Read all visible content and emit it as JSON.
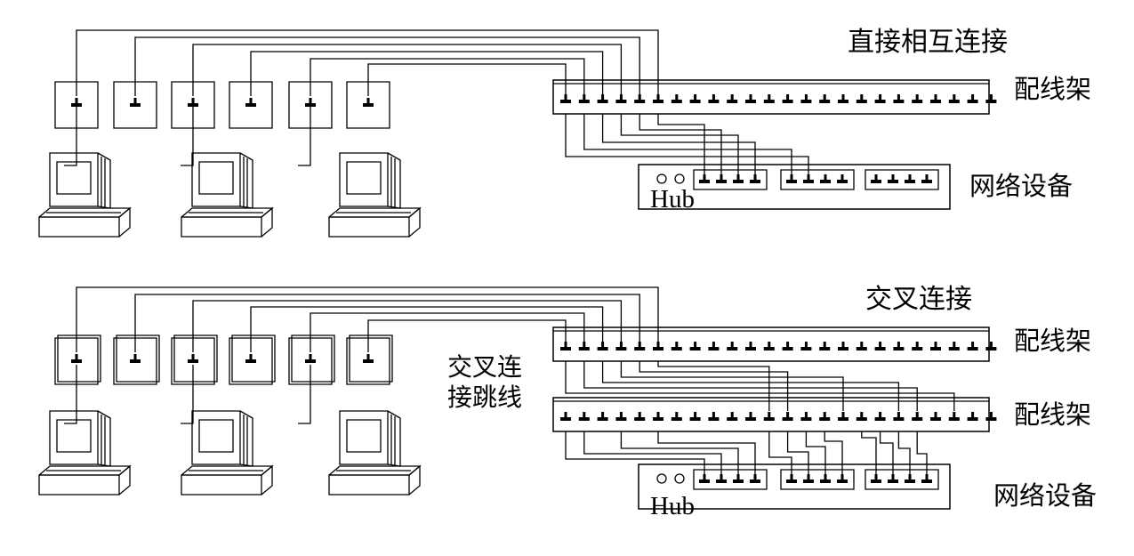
{
  "top_section": {
    "title": "直接相互连接",
    "patch_panel_label": "配线架",
    "network_device_label": "网络设备",
    "hub_label": "Hub"
  },
  "bottom_section": {
    "title": "交叉连接",
    "jumper_label_line1": "交叉连",
    "jumper_label_line2": "接跳线",
    "patch_panel_label_1": "配线架",
    "patch_panel_label_2": "配线架",
    "network_device_label": "网络设备",
    "hub_label": "Hub"
  },
  "colors": {
    "line": "#000000",
    "background": "#ffffff"
  }
}
